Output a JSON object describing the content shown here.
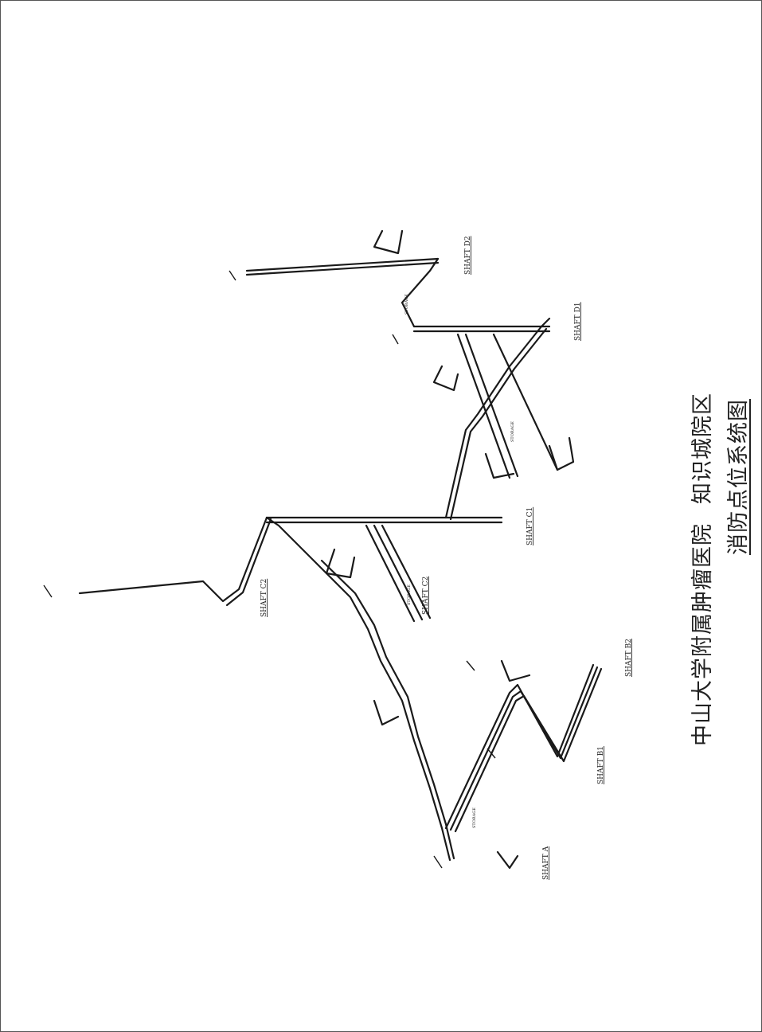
{
  "title": {
    "line1_a": "中山大学附属肿瘤医院",
    "line1_b": "知识城院区",
    "line2": "消防点位系统图"
  },
  "shafts": [
    "SHAFT A",
    "SHAFT B1",
    "SHAFT B2",
    "SHAFT C2",
    "SHAFT C1",
    "SHAFT C2",
    "SHAFT D1",
    "SHAFT D2"
  ],
  "storage_notes": [
    "STORAGE",
    "STORAGE",
    "STORAGE",
    "STORAGE"
  ]
}
